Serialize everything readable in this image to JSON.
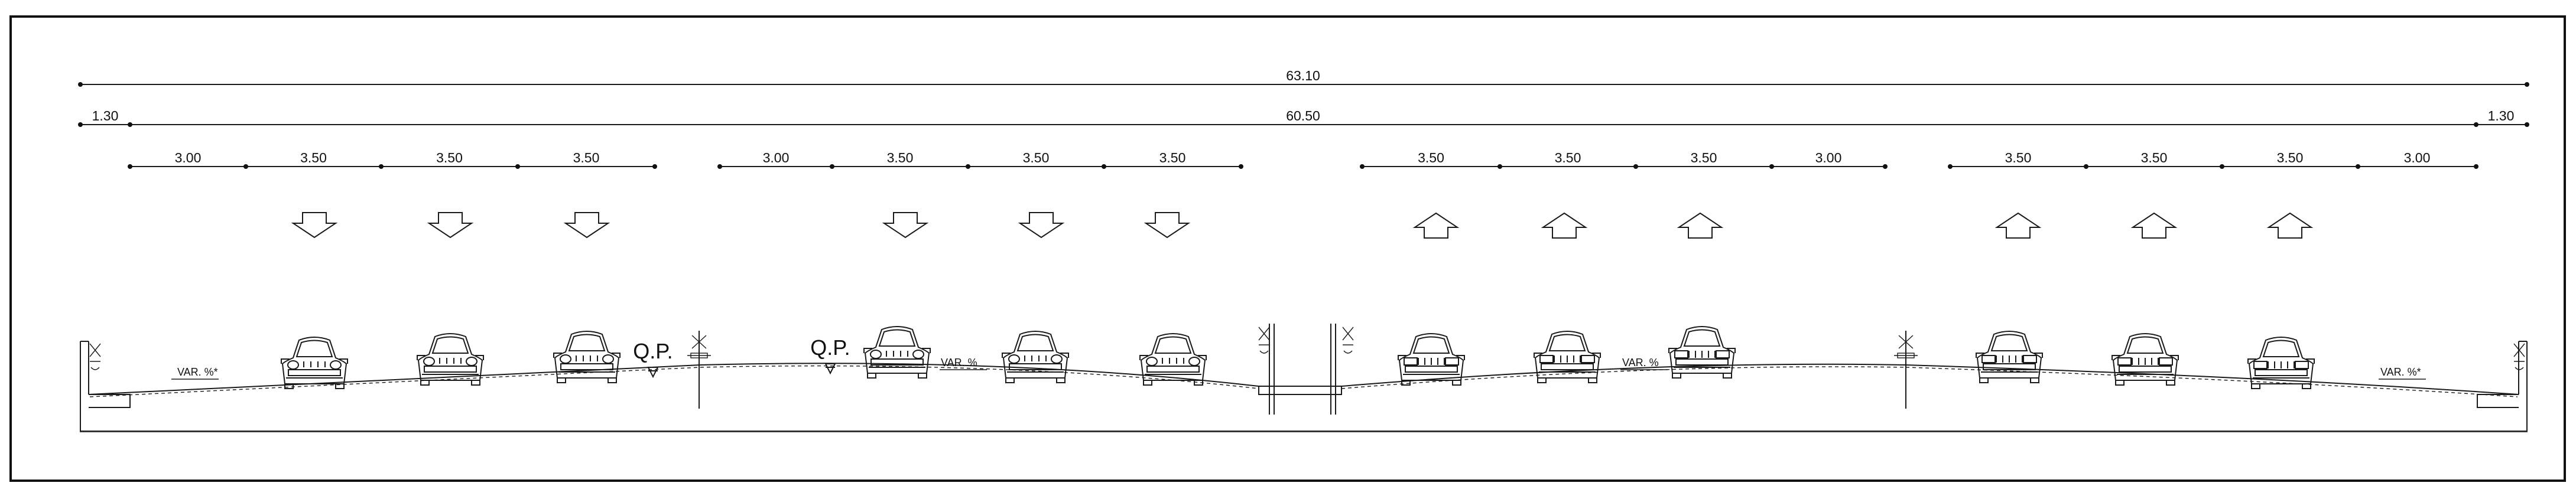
{
  "drawing": {
    "overall_dimension": "63.10",
    "inner_dimension": "60.50",
    "edge_left": "1.30",
    "edge_right": "1.30",
    "lane_groups": [
      [
        "3.00",
        "3.50",
        "3.50",
        "3.50"
      ],
      [
        "3.00",
        "3.50",
        "3.50",
        "3.50"
      ],
      [
        "3.50",
        "3.50",
        "3.50",
        "3.00"
      ],
      [
        "3.50",
        "3.50",
        "3.50",
        "3.00"
      ]
    ],
    "qp_label": "Q.P.",
    "slope_labels": [
      "VAR. %*",
      "VAR. %",
      "VAR. %",
      "VAR. %*"
    ],
    "arrows": {
      "down_count": 6,
      "up_count": 6
    },
    "cars": {
      "front_count": 6,
      "rear_count": 6
    }
  }
}
